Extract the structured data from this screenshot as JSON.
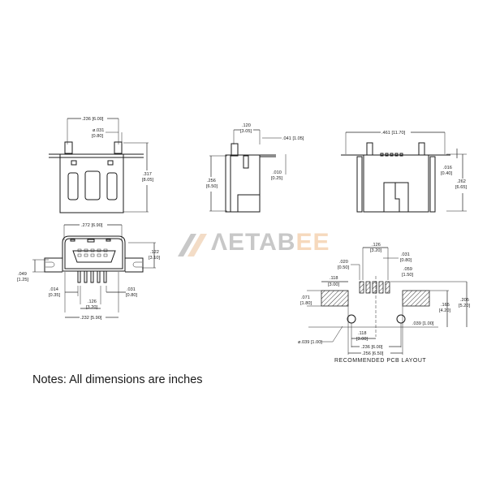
{
  "logo": {
    "text_main": "ΛETAB",
    "text_tail": "EE",
    "gray": "#c8c8c8",
    "accent": "#f6d9bd"
  },
  "notes": "Notes: All dimensions are inches",
  "front_view": {
    "width": ".236 [6.00]",
    "pin_dia": [
      "ø.031",
      "[0.80]"
    ],
    "height": [
      ".317",
      "[8.05]"
    ]
  },
  "side_view": {
    "post": [
      ".120",
      "[3.05]"
    ],
    "lead": ".041 [1.05]",
    "thickness": [
      ".010",
      "[0.25]"
    ],
    "height": [
      ".256",
      "[6.50]"
    ]
  },
  "top_view": {
    "width": ".461 [11.70]",
    "offset": [
      ".016",
      "[0.40]"
    ],
    "height": [
      ".262",
      "[6.65]"
    ]
  },
  "end_view": {
    "opening": ".272 [6.90]",
    "flange": [
      ".122",
      "[3.10]"
    ],
    "tab": [
      ".049",
      "[1.25]"
    ],
    "pin_w": [
      ".014",
      "[0.35]"
    ],
    "pin_pitch": [
      ".031",
      "[0.80]"
    ],
    "pin_span": [
      ".126",
      "[3.20]"
    ],
    "body": ".232 [5.90]"
  },
  "pcb_layout": {
    "caption": "RECOMMENDED  PCB  LAYOUT",
    "pad_span": [
      ".126",
      "[3.20]"
    ],
    "pad_w": [
      ".020",
      "[0.50]"
    ],
    "pitch": [
      ".031",
      "[0.80]"
    ],
    "pad_len": [
      ".059",
      "[1.50]"
    ],
    "mount_w": [
      ".118",
      "[3.00]"
    ],
    "mount_h": [
      ".071",
      "[1.80]"
    ],
    "y1": [
      ".165",
      "[4.20]"
    ],
    "y2": [
      ".205",
      "[5.20]"
    ],
    "hole_off": ".039 [1.00]",
    "hole_dia": "ø.039 [1.00]",
    "center_off": [
      ".118",
      "[3.00]"
    ],
    "hole_span": ".236 [6.00]",
    "outer_span": ".256 [6.50]"
  }
}
